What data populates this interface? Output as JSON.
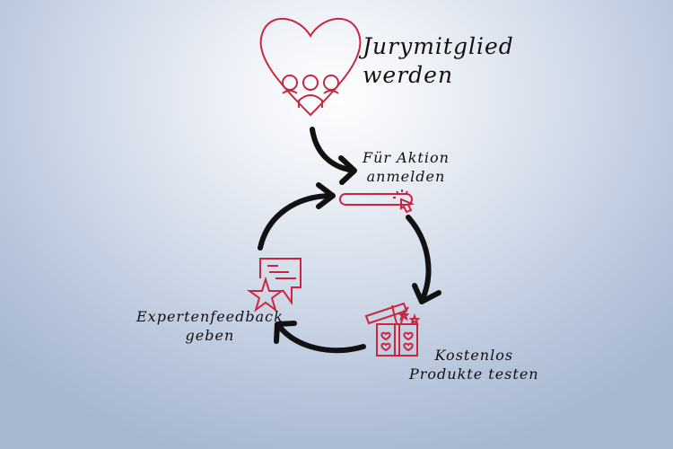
{
  "steps": [
    {
      "line1": "Jurymitglied",
      "line2": "werden",
      "icon": "heart-people-icon"
    },
    {
      "line1": "Für Aktion",
      "line2": "anmelden",
      "icon": "signup-field-click-icon"
    },
    {
      "line1": "Kostenlos",
      "line2": "Produkte testen",
      "icon": "gift-box-icon"
    },
    {
      "line1": "Expertenfeedback",
      "line2": "geben",
      "icon": "feedback-star-icon"
    }
  ],
  "colors": {
    "accent": "#c8283f",
    "arrow": "#111111"
  }
}
